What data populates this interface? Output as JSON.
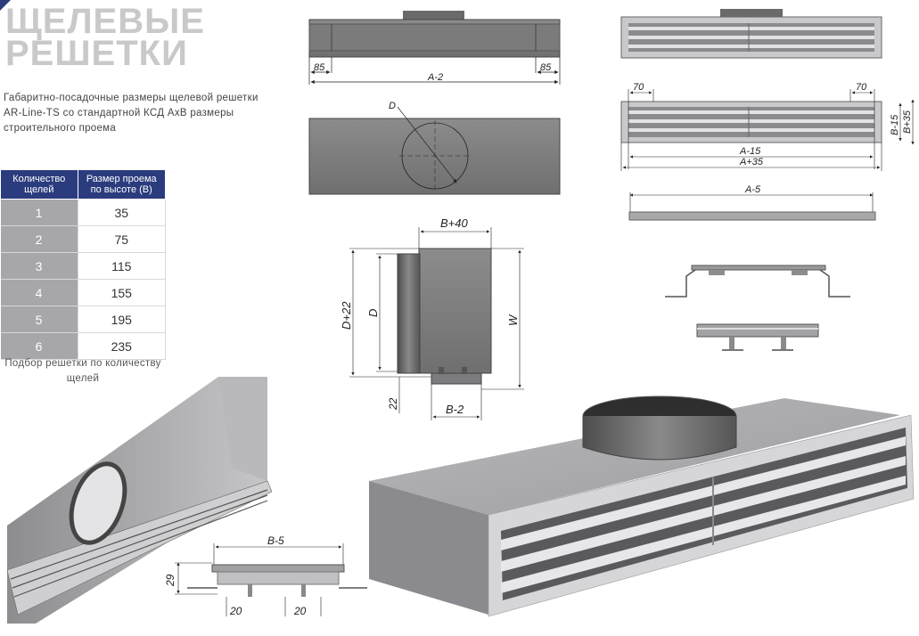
{
  "title": {
    "line1": "ЩЕЛЕВЫЕ",
    "line2": "РЕШЕТКИ"
  },
  "description": "Габаритно-посадочные размеры щелевой решетки AR-Line-TS со стандартной КСД AxB размеры строительного проема",
  "table": {
    "headers": [
      "Количество щелей",
      "Размер проема по высоте (B)"
    ],
    "rows": [
      {
        "slots": "1",
        "height": "35"
      },
      {
        "slots": "2",
        "height": "75"
      },
      {
        "slots": "3",
        "height": "115"
      },
      {
        "slots": "4",
        "height": "155"
      },
      {
        "slots": "5",
        "height": "195"
      },
      {
        "slots": "6",
        "height": "235"
      }
    ]
  },
  "note": "Подбор решетки по количеству щелей",
  "dimensions": {
    "front_left": "85",
    "front_right": "85",
    "front_width": "A-2",
    "top_d": "D",
    "grille_left": "70",
    "grille_right": "70",
    "grille_b15": "B-15",
    "grille_b35": "B+35",
    "grille_a15": "A-15",
    "grille_a35": "A+35",
    "grille_a5": "A-5",
    "side_b40": "B+40",
    "side_d22": "D+22",
    "side_d": "D",
    "side_w": "W",
    "side_22": "22",
    "side_b2": "B-2",
    "sect_b5": "B-5",
    "sect_29": "29",
    "sect_20a": "20",
    "sect_20b": "20"
  },
  "colors": {
    "brand": "#2b3c7e",
    "title": "#c9c9cc",
    "table_num_bg": "#a7a7aa"
  }
}
